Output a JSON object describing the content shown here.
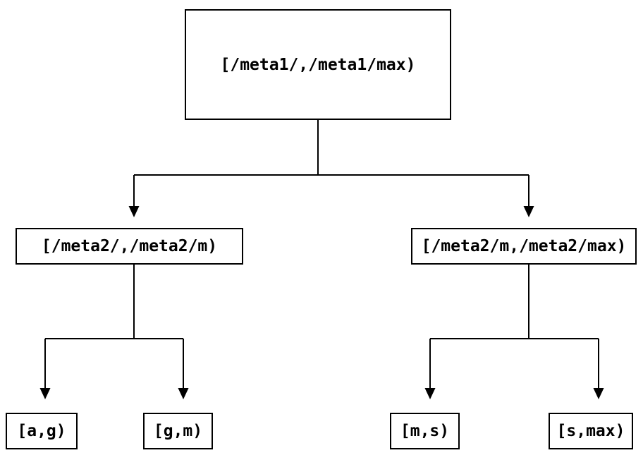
{
  "diagram": {
    "type": "tree",
    "orientation": "top-down",
    "colors": {
      "background": "#ffffff",
      "node_border": "#000000",
      "node_fill": "#ffffff",
      "text": "#000000",
      "line": "#000000"
    },
    "nodes": {
      "root": {
        "label": "[/meta1/,/meta1/max)"
      },
      "left": {
        "label": "[/meta2/,/meta2/m)"
      },
      "right": {
        "label": "[/meta2/m,/meta2/max)"
      },
      "ag": {
        "label": "[a,g)"
      },
      "gm": {
        "label": "[g,m)"
      },
      "ms": {
        "label": "[m,s)"
      },
      "smax": {
        "label": "[s,max)"
      }
    },
    "edges": [
      {
        "from": "root",
        "to": "left"
      },
      {
        "from": "root",
        "to": "right"
      },
      {
        "from": "left",
        "to": "ag"
      },
      {
        "from": "left",
        "to": "gm"
      },
      {
        "from": "right",
        "to": "ms"
      },
      {
        "from": "right",
        "to": "smax"
      }
    ]
  }
}
